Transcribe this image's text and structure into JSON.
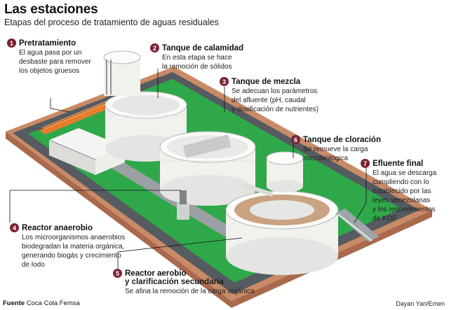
{
  "header": {
    "title": "Las estaciones",
    "subtitle": "Etapas del proceso de tratamiento de aguas residuales"
  },
  "steps": [
    {
      "number": "1",
      "name": "Pretratamiento",
      "description": [
        "El agua pasa por un",
        "desbaste para remover",
        "los objetos gruesos"
      ]
    },
    {
      "number": "2",
      "name": "Tanque de calamidad",
      "description": [
        "En esta etapa se hace",
        "la remoción de sólidos"
      ]
    },
    {
      "number": "3",
      "name": "Tanque de mezcla",
      "description": [
        "Se adecuan los parámetros",
        "del afluente (pH, caudal",
        "y dosificación de nutrientes)"
      ]
    },
    {
      "number": "4",
      "name": "Reactor anaerobio",
      "description": [
        "Los microorganismos anaerobios",
        "biodegradan la materia orgánica,",
        "generando biogás y crecimiento",
        "de lodo"
      ]
    },
    {
      "number": "5",
      "name": [
        "Reactor aerobio",
        "y clarificación secundaria"
      ],
      "description": [
        "Se afina la remoción de la carga orgánica"
      ]
    },
    {
      "number": "6",
      "name": "Tanque de cloración",
      "description": [
        "Se remueve la carga",
        "microbiológica"
      ]
    },
    {
      "number": "7",
      "name": "Efluente final",
      "description": [
        "El agua se descarga",
        "cumpliendo con lo",
        "establecido por las",
        "leyes venezolanas",
        "y los requerimientos",
        "de KOF"
      ]
    }
  ],
  "footer": {
    "source_label": "Fuente",
    "source_value": "Coca Cola Femsa",
    "credit": "Dayan Yari/Emen"
  },
  "colors": {
    "badge": "#7a2232",
    "grass": "#2fa84a",
    "slab": "#c98b67",
    "asphalt": "#555b60",
    "tank": "#f1f1ee",
    "tank_shadow": "#cfd2d0",
    "pipe": "#e57d2c"
  }
}
